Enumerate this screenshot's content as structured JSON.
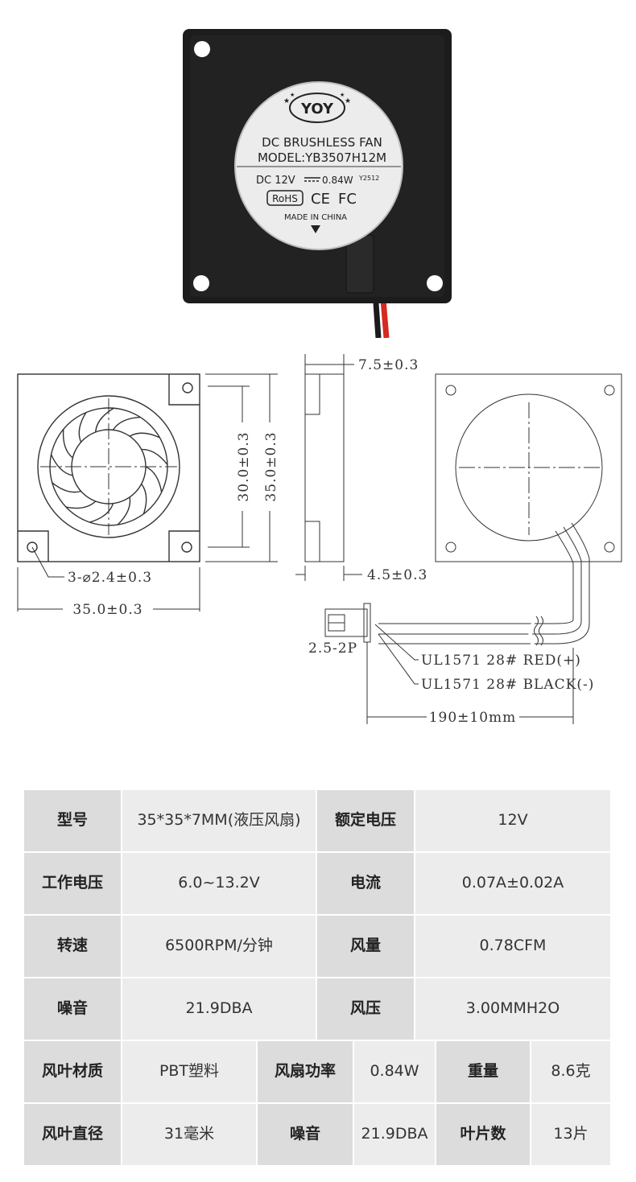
{
  "label": {
    "line1": "DC BRUSHLESS FAN",
    "line2": "MODEL:YB3507H12M",
    "line3_prefix": "DC 12V",
    "line3_value": "0.84W",
    "line3_code": "Y2512",
    "rohs": "RoHS",
    "ce": "CE",
    "fc": "FC",
    "made_in": "MADE IN CHINA",
    "brand": "YOY"
  },
  "drawing": {
    "thickness": "7.5±0.3",
    "hole_span": "30.0±0.3",
    "height": "35.0±0.3",
    "holes": "3-⌀2.4±0.3",
    "width": "35.0±0.3",
    "depth": "4.5±0.3",
    "connector": "2.5-2P",
    "red_wire": "UL1571 28# RED(+)",
    "black_wire": "UL1571 28# BLACK(-)",
    "cable_length": "190±10mm"
  },
  "specs": {
    "r1": [
      "型号",
      "35*35*7MM",
      "(液压风扇)",
      "额定电压",
      "12V"
    ],
    "r2": [
      "工作电压",
      "6.0~13.2V",
      "电流",
      "0.07A±0.02A"
    ],
    "r3": [
      "转速",
      "6500RPM/分钟",
      "风量",
      "0.78CFM"
    ],
    "r4": [
      "噪音",
      "21.9DBA",
      "风压",
      "3.00MMH2O"
    ],
    "r5": [
      "风叶材质",
      "PBT塑料",
      "风扇功率",
      "0.84W",
      "重量",
      "8.6克"
    ],
    "r6": [
      "风叶直径",
      "31毫米",
      "噪音",
      "21.9DBA",
      "叶片数",
      "13片"
    ]
  }
}
